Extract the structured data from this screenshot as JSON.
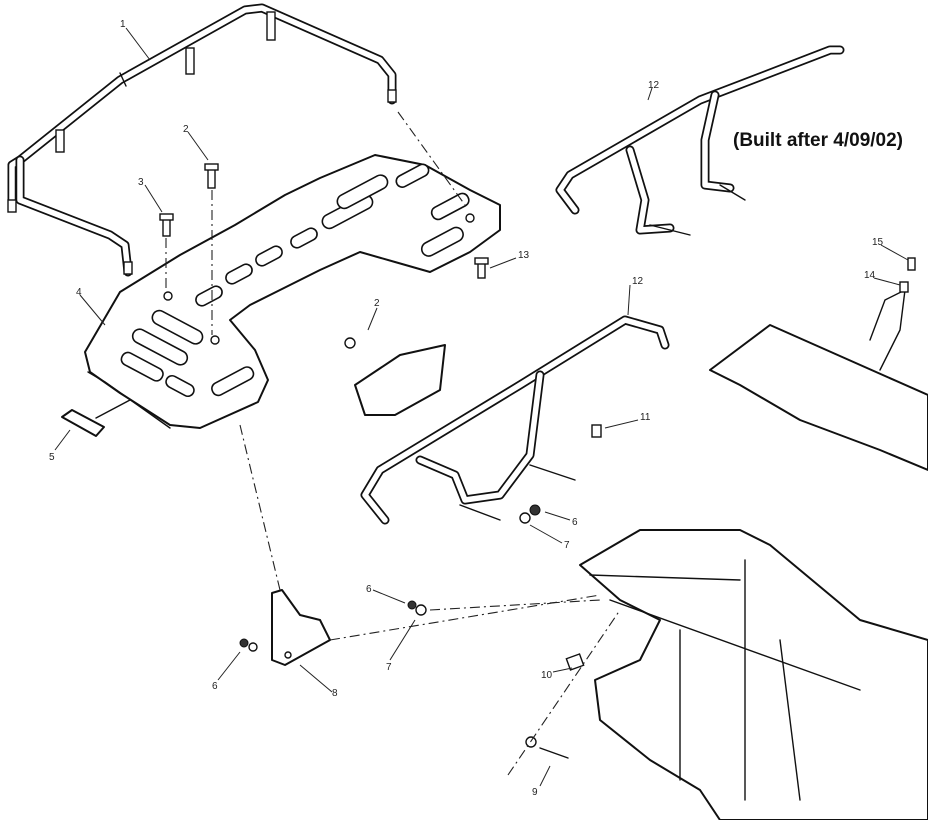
{
  "note": "(Built after 4/09/02)",
  "callouts": [
    "1",
    "2",
    "3",
    "4",
    "5",
    "2",
    "12",
    "13",
    "12",
    "14",
    "15",
    "2",
    "11",
    "6",
    "7",
    "6",
    "7",
    "8",
    "6",
    "10",
    "9"
  ]
}
